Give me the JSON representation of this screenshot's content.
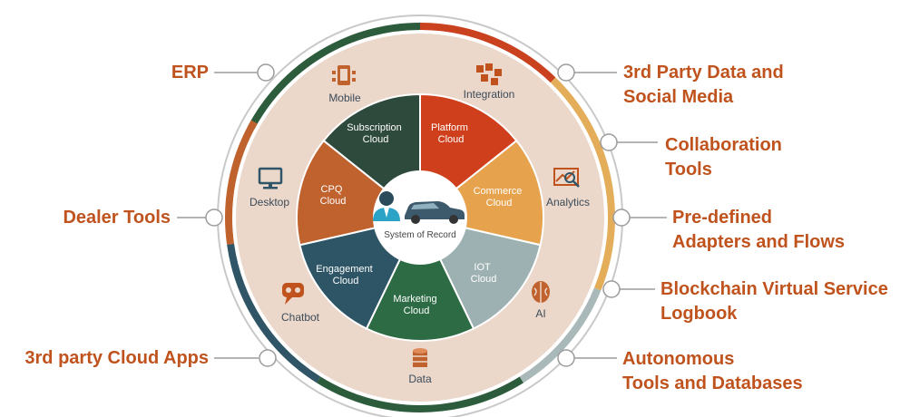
{
  "callouts": {
    "erp": "ERP",
    "dealer_tools": "Dealer Tools",
    "third_party_cloud_apps": "3rd party Cloud Apps",
    "third_party_data": [
      "3rd Party Data and",
      "Social Media"
    ],
    "collaboration_tools": [
      "Collaboration",
      "Tools"
    ],
    "predefined_adapters": [
      "Pre-defined",
      "Adapters and Flows"
    ],
    "blockchain": [
      "Blockchain Virtual Service",
      "Logbook"
    ],
    "autonomous": [
      "Autonomous",
      "Tools and Databases"
    ]
  },
  "outer_ring": {
    "mobile": "Mobile",
    "integration": "Integration",
    "desktop": "Desktop",
    "analytics": "Analytics",
    "chatbot": "Chatbot",
    "ai": "AI",
    "data": "Data"
  },
  "segments": {
    "subscription": [
      "Subscription",
      "Cloud"
    ],
    "platform": [
      "Platform",
      "Cloud"
    ],
    "commerce": [
      "Commerce",
      "Cloud"
    ],
    "iot": [
      "IOT",
      "Cloud"
    ],
    "marketing": [
      "Marketing",
      "Cloud"
    ],
    "engagement": [
      "Engagement",
      "Cloud"
    ],
    "cpq": [
      "CPQ",
      "Cloud"
    ]
  },
  "center": {
    "label": "System of Record"
  },
  "colors": {
    "orange_text": "#c0531d",
    "ring_bg": "#ecd8cb",
    "subscription": "#2e4a3c",
    "platform": "#cf3f1c",
    "commerce": "#e6a24c",
    "iot": "#9eb1b2",
    "marketing": "#2c6b44",
    "engagement": "#2e5566",
    "cpq": "#c0622e",
    "band_green": "#2c5c3c",
    "band_red": "#c9411f",
    "band_gold": "#e3ad5a",
    "band_gray": "#a9b8b8",
    "band_teal": "#2f5567"
  }
}
